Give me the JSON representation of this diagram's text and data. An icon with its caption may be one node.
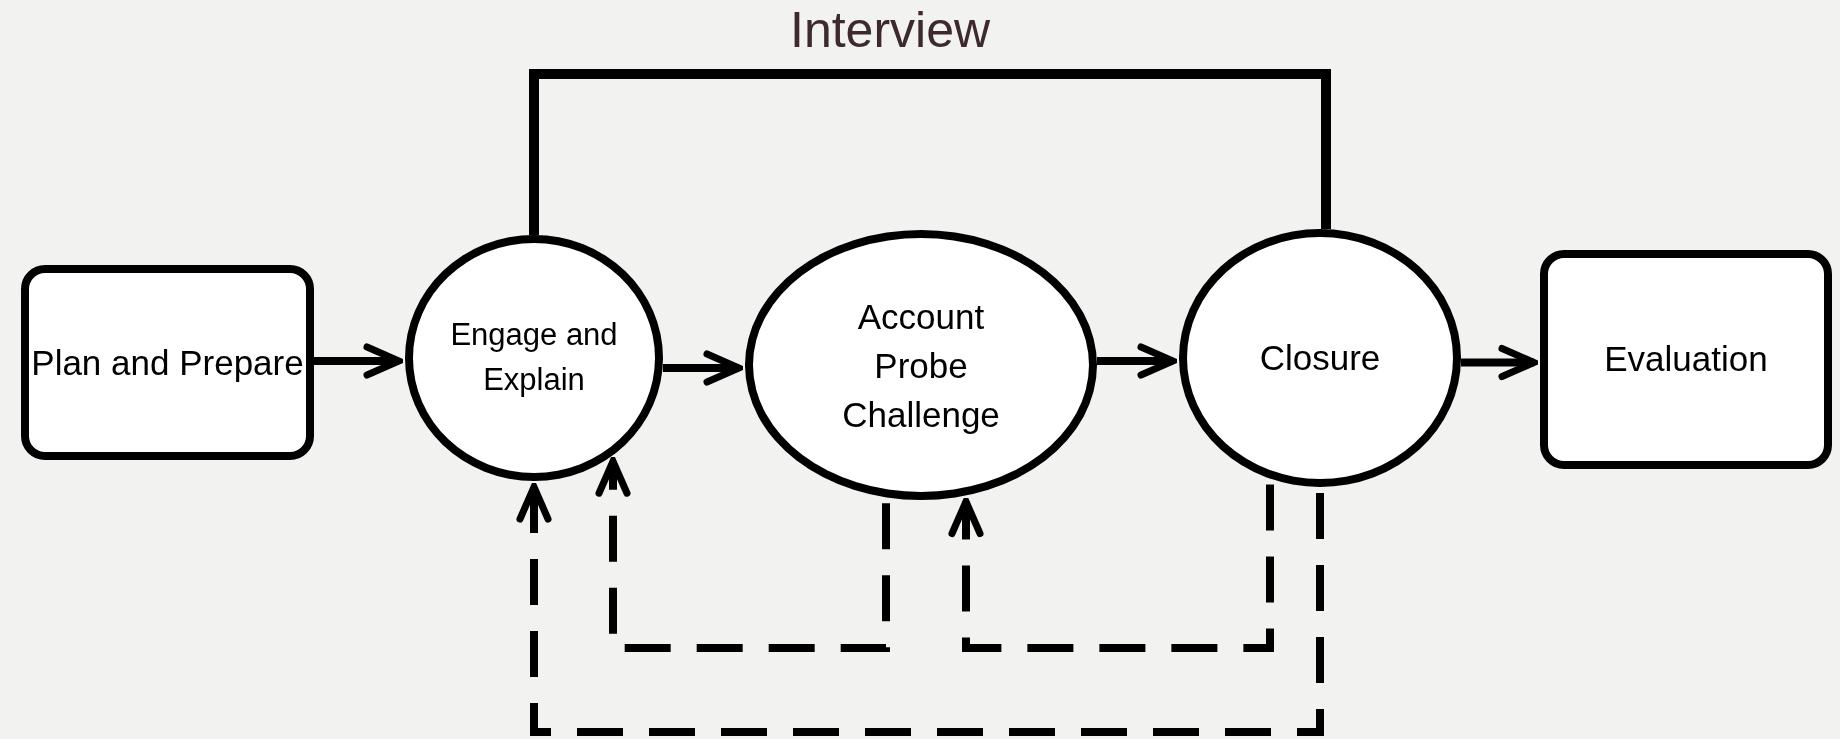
{
  "diagram": {
    "nodes": [
      {
        "text": [
          "Plan and Prepare"
        ]
      },
      {
        "text": [
          "Engage and Explain"
        ]
      },
      {
        "text": [
          "Account Probe Challenge"
        ]
      },
      {
        "text": [
          "Closure"
        ]
      },
      {
        "text": [
          "Evaluation"
        ]
      }
    ],
    "edges": [
      {
        "from": 0,
        "to": 1,
        "arrow": "to"
      },
      {
        "from": 1,
        "to": 2,
        "arrow": "to"
      },
      {
        "from": 2,
        "to": 3,
        "arrow": "to"
      },
      {
        "from": 3,
        "to": 4,
        "arrow": "to"
      },
      {
        "from": 2,
        "to": 1,
        "arrow": "to",
        "style": "dashed"
      },
      {
        "from": 3,
        "to": 2,
        "arrow": "to",
        "style": "dashed"
      },
      {
        "from": 3,
        "to": 1,
        "arrow": "to",
        "style": "dashed"
      }
    ],
    "labels": [
      "Interview"
    ]
  }
}
